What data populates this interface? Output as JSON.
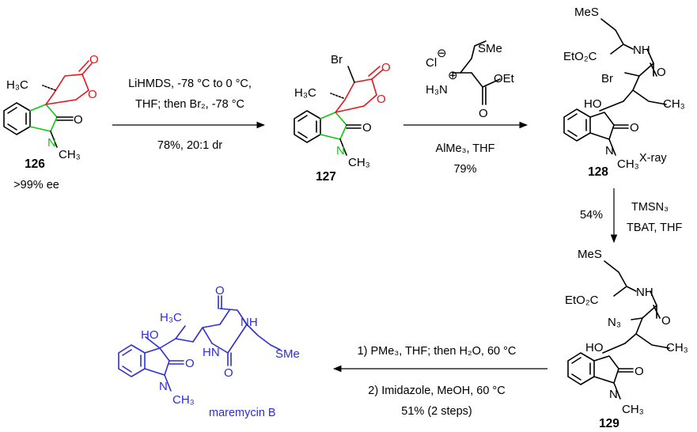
{
  "colors": {
    "black": "#000000",
    "red": "#e8141c",
    "green": "#12c412",
    "blue": "#2e2ed4"
  },
  "compound_126": {
    "number": "126",
    "ee": ">99% ee",
    "atoms": {
      "h3c": "H₃C",
      "o_ring": "O",
      "o_carbonyl": "O",
      "o_lactam": "O",
      "n": "N",
      "ch3": "CH₃"
    }
  },
  "step1": {
    "line1": "LiHMDS, -78 °C to 0 °C,",
    "line2": "THF; then Br₂, -78 °C",
    "line3": "78%, 20:1 dr"
  },
  "compound_127": {
    "number": "127",
    "atoms": {
      "br": "Br",
      "h3c": "H₃C",
      "o_ring": "O",
      "o_carbonyl": "O",
      "o_lactam": "O",
      "n": "N",
      "ch3": "CH₃"
    }
  },
  "step2": {
    "reagent_atoms": {
      "cl": "Cl",
      "cl_charge": "⊖",
      "plus": "⊕",
      "h3n": "H₃N",
      "sme": "SMe",
      "o_carbonyl": "O",
      "oet": "OEt"
    },
    "line1": "AlMe₃, THF",
    "line2": "79%"
  },
  "compound_128": {
    "number": "128",
    "xray": "X-ray",
    "atoms": {
      "mes": "MeS",
      "nh": "NH",
      "eto2c": "EtO₂C",
      "o_amide": "O",
      "br": "Br",
      "ho": "HO",
      "ch3_side": "CH₃",
      "o_lactam": "O",
      "n": "N",
      "ch3": "CH₃"
    }
  },
  "step3": {
    "yield": "54%",
    "line1": "TMSN₃",
    "line2": "TBAT, THF"
  },
  "compound_129": {
    "number": "129",
    "atoms": {
      "mes": "MeS",
      "nh": "NH",
      "eto2c": "EtO₂C",
      "o_amide": "O",
      "n3": "N₃",
      "ho": "HO",
      "ch3_side": "CH₃",
      "o_lactam": "O",
      "n": "N",
      "ch3": "CH₃"
    }
  },
  "step4": {
    "line1": "1) PMe₃, THF; then H₂O, 60 °C",
    "line2": "2) Imidazole, MeOH, 60 °C",
    "line3": "51% (2 steps)"
  },
  "product": {
    "name": "maremycin B",
    "atoms": {
      "h3c": "H₃C",
      "ho": "HO",
      "o_top": "O",
      "nh_right": "NH",
      "hn_left": "HN",
      "o_bottom": "O",
      "sme": "SMe",
      "o_lactam": "O",
      "n": "N",
      "ch3": "CH₃"
    }
  }
}
